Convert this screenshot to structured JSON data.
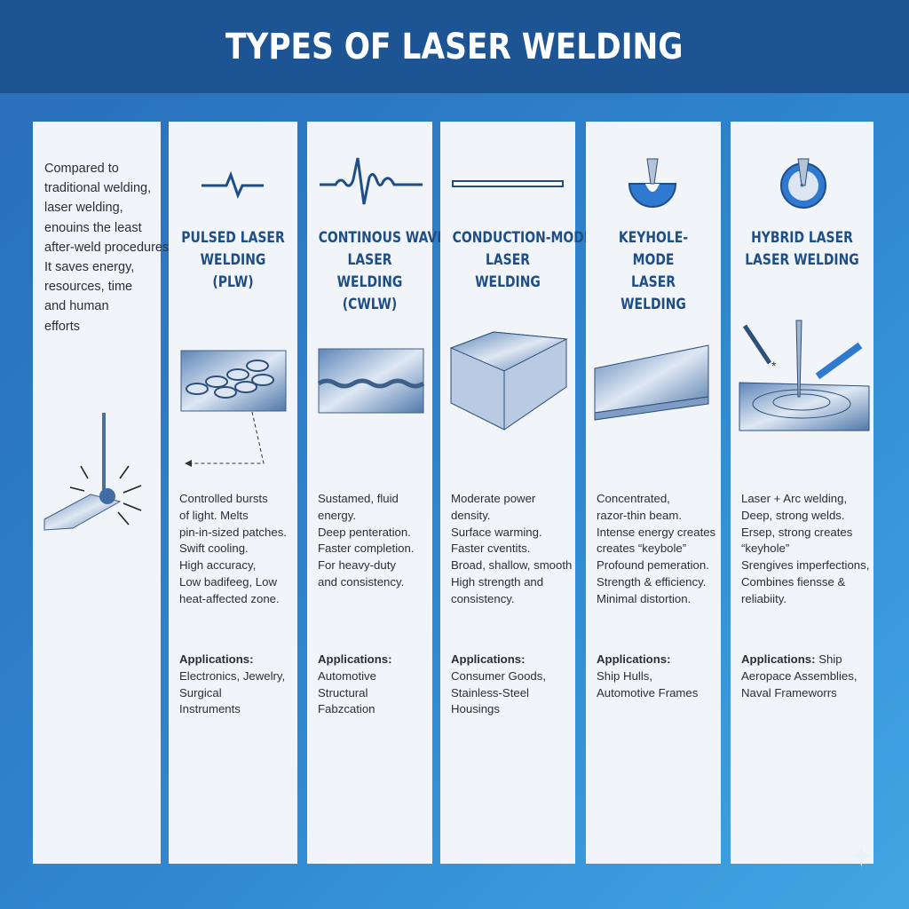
{
  "header": {
    "title": "TYPES OF LASER WELDING"
  },
  "intro": {
    "lines": [
      "Compared to",
      "traditional welding,",
      "laser welding,",
      "enouins the least",
      "after-weld procedures.",
      "It saves energy,",
      "resources, time",
      "and human",
      "efforts"
    ]
  },
  "columns": [
    {
      "icon": "pulse-wave-icon",
      "title": [
        "PULSED LASER",
        "WELDING",
        "(PLW)"
      ],
      "description": [
        "Controlled bursts",
        "of light. Melts",
        "pin-in-sized patches.",
        "Swift cooling.",
        "High accuracy,",
        "Low badifeeg, Low",
        "heat-affected zone."
      ],
      "applications_label": "Applications:",
      "applications": [
        "Electronics, Jewelry,",
        "Surgical",
        "Instruments"
      ]
    },
    {
      "icon": "continuous-wave-icon",
      "title": [
        "CONTINOUS WAVE",
        "LASER WELDING",
        "(CWLW)"
      ],
      "description": [
        "Sustamed, fluid",
        "energy.",
        "Deep penteration.",
        "Faster completion.",
        "For heavy-duty",
        "and consistency."
      ],
      "applications_label": "Applications:",
      "applications": [
        "Automotive",
        "Structural",
        "Fabzcation"
      ]
    },
    {
      "icon": "flat-line-icon",
      "title": [
        "CONDUCTION-MODE",
        "LASER WELDING"
      ],
      "description": [
        "Moderate power",
        "density.",
        "Surface warming.",
        "Faster cventits.",
        "Broad, shallow, smooth",
        "High strength and",
        "consistency."
      ],
      "applications_label": "Applications:",
      "applications": [
        "Consumer Goods,",
        "Stainless-Steel",
        "Housings"
      ]
    },
    {
      "icon": "keyhole-icon",
      "title": [
        "KEYHOLE-MODE",
        "LASER WELDING"
      ],
      "description": [
        "Concentrated,",
        "razor-thin beam.",
        "Intense energy creates",
        "creates “keybole”",
        "Profound pemeration.",
        "Strength & efficiency.",
        "Minimal distortion."
      ],
      "applications_label": "Applications:",
      "applications": [
        "Ship Hulls,",
        "Automotive Frames"
      ]
    },
    {
      "icon": "hybrid-torch-icon",
      "title": [
        "HYBRID LASER",
        "LASER WELDING"
      ],
      "description": [
        "Laser + Arc welding,",
        "Deep, strong welds.",
        "Ersep, strong creates",
        "“keyhole”",
        "Srengives imperfections,",
        "Combines fiensse &",
        "reliabiity."
      ],
      "applications_label": "Applications:",
      "applications_inline": "Ship",
      "applications": [
        "Aeropace Assemblies,",
        "Naval Frameworrs"
      ]
    }
  ],
  "colors": {
    "header": "#1c5494",
    "title_text": "#1f4e86",
    "panel": "#f1f4f8",
    "accent": "#2f86cf"
  }
}
